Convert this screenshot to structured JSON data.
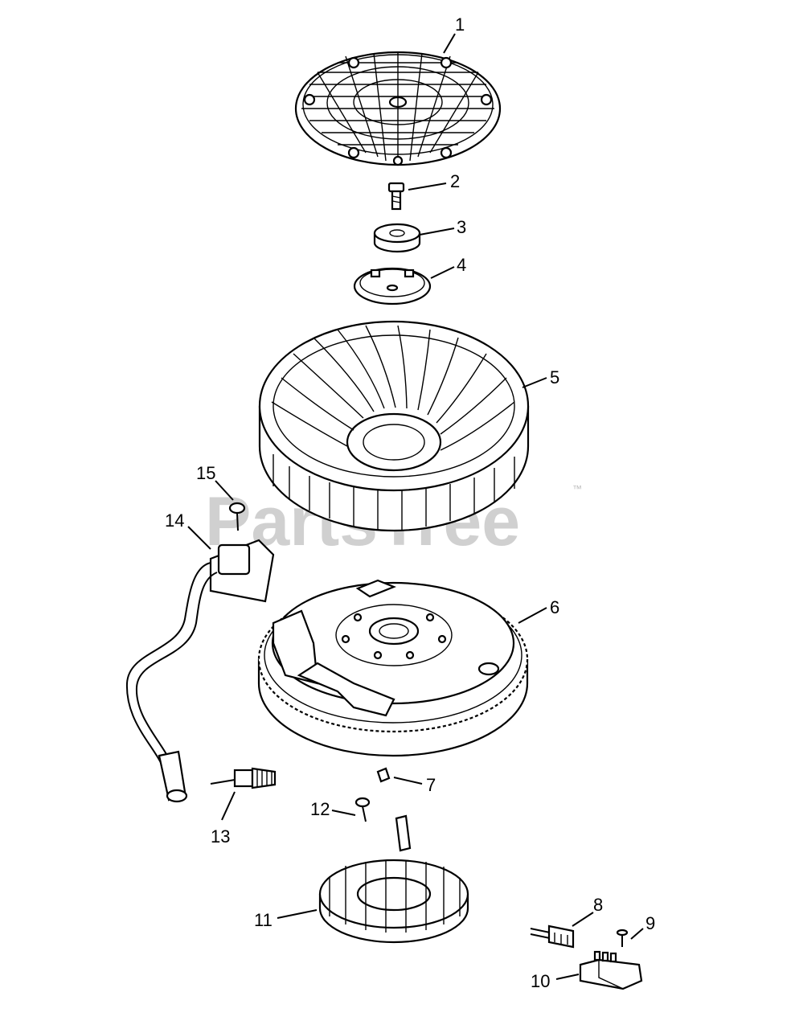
{
  "watermark": {
    "text": "PartsTree",
    "trademark": "™"
  },
  "parts": [
    {
      "num": "1",
      "name": "blower-housing-screen",
      "icon": "grille-disc-icon"
    },
    {
      "num": "2",
      "name": "flywheel-screw",
      "icon": "bolt-icon"
    },
    {
      "num": "3",
      "name": "washer",
      "icon": "washer-icon"
    },
    {
      "num": "4",
      "name": "fan-retainer-plate",
      "icon": "plate-icon"
    },
    {
      "num": "5",
      "name": "flywheel-fan",
      "icon": "fan-icon"
    },
    {
      "num": "6",
      "name": "flywheel",
      "icon": "flywheel-gear-icon"
    },
    {
      "num": "7",
      "name": "woodruff-key",
      "icon": "key-icon"
    },
    {
      "num": "8",
      "name": "connector",
      "icon": "connector-icon"
    },
    {
      "num": "9",
      "name": "screw",
      "icon": "screw-icon"
    },
    {
      "num": "10",
      "name": "rectifier-regulator",
      "icon": "regulator-icon"
    },
    {
      "num": "11",
      "name": "stator",
      "icon": "stator-icon"
    },
    {
      "num": "12",
      "name": "stator-screw",
      "icon": "screw-icon"
    },
    {
      "num": "13",
      "name": "spark-plug",
      "icon": "spark-plug-icon"
    },
    {
      "num": "14",
      "name": "ignition-module",
      "icon": "ignition-coil-icon"
    },
    {
      "num": "15",
      "name": "module-screw",
      "icon": "screw-icon"
    }
  ]
}
